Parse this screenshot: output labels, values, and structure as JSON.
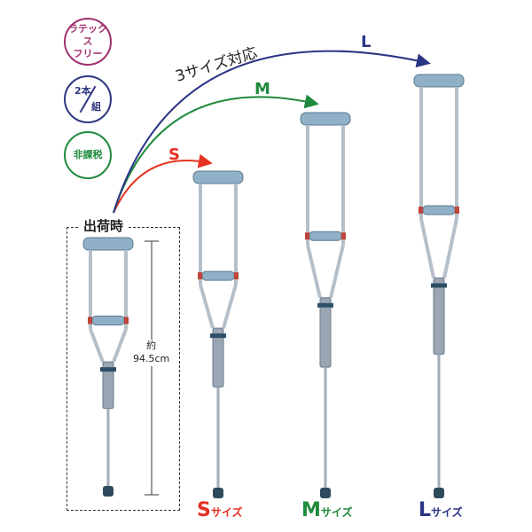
{
  "badges": {
    "latex_free": {
      "line1": "ラテックス",
      "line2": "フリー",
      "color": "#a0306e"
    },
    "pair": {
      "top": "2本",
      "bottom": "組",
      "color": "#2e3680"
    },
    "tax_free": {
      "label": "非課税",
      "color": "#1f8a3c"
    }
  },
  "headline": "3サイズ対応",
  "sizes": [
    {
      "letter": "S",
      "suffix": "サイズ",
      "color": "#e53222"
    },
    {
      "letter": "M",
      "suffix": "サイズ",
      "color": "#1f8a3c"
    },
    {
      "letter": "L",
      "suffix": "サイズ",
      "color": "#2b3585"
    }
  ],
  "shipping": {
    "label": "出荷時",
    "measure_prefix": "約",
    "measure_value": "94.5cm"
  },
  "colors": {
    "crutch_metal": "#b5bfca",
    "crutch_pad": "#8fb0c6",
    "crutch_band": "#c0453a",
    "crutch_tip": "#2e4a5c"
  }
}
